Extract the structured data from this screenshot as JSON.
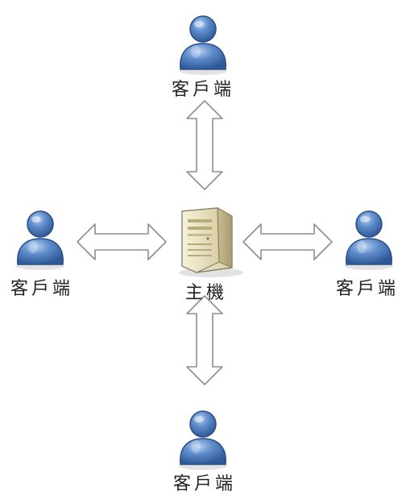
{
  "diagram": {
    "server": {
      "label": "主機",
      "icon": "server-tower-icon"
    },
    "clients": [
      {
        "position": "top",
        "label": "客戶端",
        "icon": "user-icon"
      },
      {
        "position": "left",
        "label": "客戶端",
        "icon": "user-icon"
      },
      {
        "position": "right",
        "label": "客戶端",
        "icon": "user-icon"
      },
      {
        "position": "bottom",
        "label": "客戶端",
        "icon": "user-icon"
      }
    ],
    "connector": "double-arrow-icon",
    "colors": {
      "user_fill": "#4d79b8",
      "user_highlight": "#9dbbe6",
      "user_outline": "#2b4f86",
      "server_fill": "#ede6c8",
      "server_outline": "#8a8266",
      "arrow_outline": "#8e8e8e",
      "arrow_fill": "#ffffff"
    }
  }
}
